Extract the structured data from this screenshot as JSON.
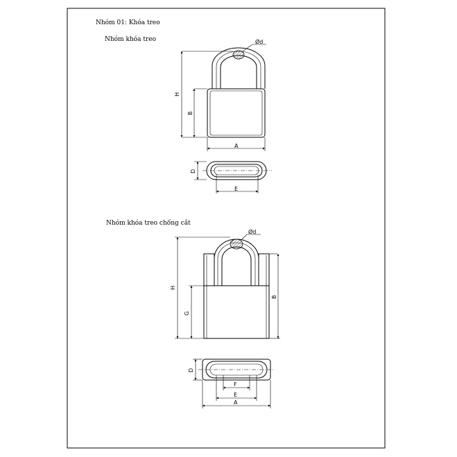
{
  "sheet": {
    "group_title": "Nhóm 01: Khóa treo",
    "section1_title": "Nhóm khóa treo",
    "section2_title": "Nhóm khóa treo chống cắt"
  },
  "labels": {
    "d": "Ød",
    "H": "H",
    "B": "B",
    "A": "A",
    "D": "D",
    "E": "E",
    "G": "G",
    "F": "F"
  },
  "colors": {
    "line": "#000000",
    "background": "#ffffff"
  }
}
